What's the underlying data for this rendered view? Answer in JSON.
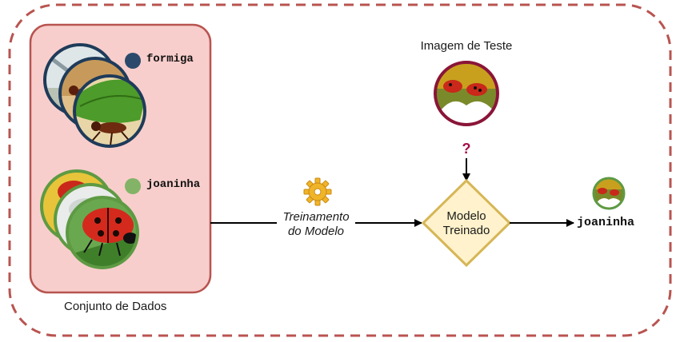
{
  "dataset": {
    "caption": "Conjunto de Dados",
    "classes": [
      {
        "label": "formiga",
        "dot_color": "#2b4a6b",
        "ring_color": "#1f3b5a"
      },
      {
        "label": "joaninha",
        "dot_color": "#82b366",
        "ring_color": "#5e9a43"
      }
    ]
  },
  "training": {
    "label_line1": "Treinamento",
    "label_line2": "do Modelo",
    "icon": "gear-icon"
  },
  "test_image": {
    "title": "Imagem de Teste",
    "ring_color": "#8a1538",
    "query_mark": "?"
  },
  "model": {
    "label_line1": "Modelo",
    "label_line2": "Treinado"
  },
  "result": {
    "label": "joaninha"
  },
  "colors": {
    "outer_border": "#b85450",
    "dataset_fill": "#f8cecc",
    "dataset_border": "#b85450",
    "model_fill": "#fff2cc",
    "model_border": "#d6b656",
    "question": "#a50f4a"
  }
}
